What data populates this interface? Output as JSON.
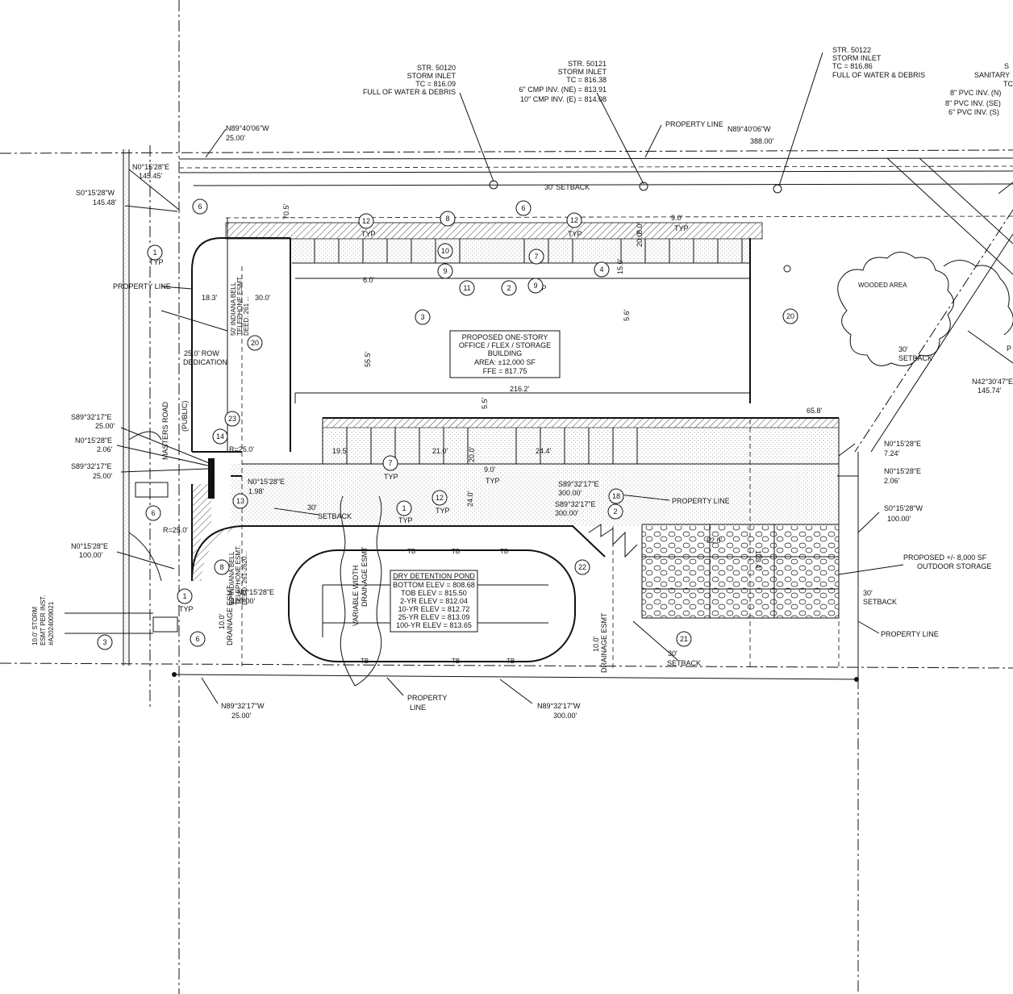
{
  "structures": [
    {
      "id": "str-50120",
      "lines": [
        "STR. 50120",
        "STORM INLET",
        "TC = 816.09",
        "FULL OF WATER & DEBRIS"
      ]
    },
    {
      "id": "str-50121",
      "lines": [
        "STR. 50121",
        "STORM INLET",
        "TC = 816.38",
        "6\" CMP INV. (NE) = 813.91",
        "10\" CMP INV. (E) = 814.08"
      ]
    },
    {
      "id": "str-50122",
      "lines": [
        "STR. 50122",
        "STORM INLET",
        "TC = 816.86",
        "FULL OF WATER & DEBRIS"
      ]
    },
    {
      "id": "sanitary",
      "lines": [
        "S",
        "SANITARY",
        "TC",
        "8\" PVC INV. (N)",
        "8\" PVC INV. (SE)",
        "6\" PVC INV. (S)"
      ]
    }
  ],
  "bearings": {
    "north_line_west": [
      "N89°40'06\"W",
      "25.00'"
    ],
    "north_line": [
      "N89°40'06\"W",
      "388.00'"
    ],
    "nw_corner_east": [
      "N0°15'28\"E",
      "145.45'"
    ],
    "nw_corner_west": [
      "S0°15'28\"W",
      "145.48'"
    ],
    "road_1": [
      "S89°32'17\"E",
      "25.00'"
    ],
    "road_2": [
      "N0°15'28\"E",
      "2.06'"
    ],
    "road_3": [
      "S89°32'17\"E",
      "25.00'"
    ],
    "road_4": [
      "N0°15'28\"E",
      "100.00'"
    ],
    "inner_1": [
      "N0°15'28\"E",
      "1.98'"
    ],
    "inner_2": [
      "S89°32'17\"E",
      "300.00'"
    ],
    "inner_3": [
      "S89°32'17\"E",
      "300.00'"
    ],
    "inner_4": [
      "N0°15'28\"E",
      "100.00'"
    ],
    "east_1": [
      "N0°15'28\"E",
      "7.24'"
    ],
    "east_2": [
      "N0°15'28\"E",
      "2.06'"
    ],
    "east_3": [
      "S0°15'28\"W",
      "100.00'"
    ],
    "diag": [
      "N42°30'47\"E",
      "145.74'"
    ],
    "south_west": [
      "N89°32'17\"W",
      "25.00'"
    ],
    "south": [
      "N89°32'17\"W",
      "300.00'"
    ]
  },
  "labels": {
    "property_line": "PROPERTY LINE",
    "property": "PROPERTY",
    "line": "LINE",
    "setback_30": "30' SETBACK",
    "setback_30a": "30'",
    "setback_b": "SETBACK",
    "typ": "TYP",
    "row_dedication": [
      "25.0' ROW",
      "DEDICATION"
    ],
    "road_name": "MASTERS  ROAD",
    "road_public": "(PUBLIC)",
    "wooded": "WOODED AREA",
    "storm_esmt": [
      "10.0' STORM",
      "ESMT PER INST.",
      "#A2024009021"
    ],
    "bell_esmt_1": [
      "50' INDIANA BELL",
      "TELEPHONE ESMT.",
      "DEED. 261 ..."
    ],
    "bell_esmt_2": [
      "30' INDIANA BELL",
      "TELEPHONE ESMT.",
      "DEED. 261-2620..."
    ],
    "drainage_esmt_w": [
      "10.0'",
      "DRAINAGE ESMT"
    ],
    "drainage_esmt_e": [
      "10.0'",
      "DRAINAGE ESMT"
    ],
    "var_drainage": [
      "VARIABLE WIDTH",
      "DRAINAGE ESMT"
    ],
    "outdoor_storage": [
      "PROPOSED +/- 8,000 SF",
      "OUTDOOR STORAGE"
    ],
    "partial_p": "P"
  },
  "dims": {
    "d70_5": "70.5'",
    "d18_3": "18.3'",
    "d30_0": "30.0'",
    "d6_0": "6.0'",
    "d55_5": "55.5'",
    "d216_2": "216.2'",
    "d5_5": "5.5'",
    "d15_0": "15.0'",
    "d20_0a": "20.0'",
    "d8_0": "8.0'",
    "d9_0a": "9.0'",
    "d5_6": "5.6'",
    "d65_8": "65.8'",
    "d19_5": "19.5'",
    "d21_0": "21.0'",
    "d20_0b": "20.0'",
    "d9_0b": "9.0'",
    "d24_4": "24.4'",
    "d24_0": "24.0'",
    "d123_4": "123.4'",
    "d92_0": "92.0'",
    "r25a": "R=25.0'",
    "r25b": "R=25.0'"
  },
  "building": {
    "lines": [
      "PROPOSED ONE-STORY",
      "OFFICE / FLEX / STORAGE",
      "BUILDING",
      "AREA: ±12,000 SF",
      "FFE = 817.75"
    ]
  },
  "pond": {
    "title": "DRY DETENTION POND",
    "rows": [
      "BOTTOM ELEV = 808.68",
      "TOB ELEV = 815.50",
      "2-YR ELEV = 812.04",
      "10-YR ELEV = 812.72",
      "25-YR ELEV = 813.09",
      "100-YR ELEV = 813.65"
    ],
    "tb": "TB"
  },
  "keynotes": [
    "1",
    "2",
    "3",
    "4",
    "6",
    "7",
    "8",
    "9",
    "10",
    "11",
    "12",
    "13",
    "14",
    "18",
    "20",
    "21",
    "22",
    "23"
  ]
}
